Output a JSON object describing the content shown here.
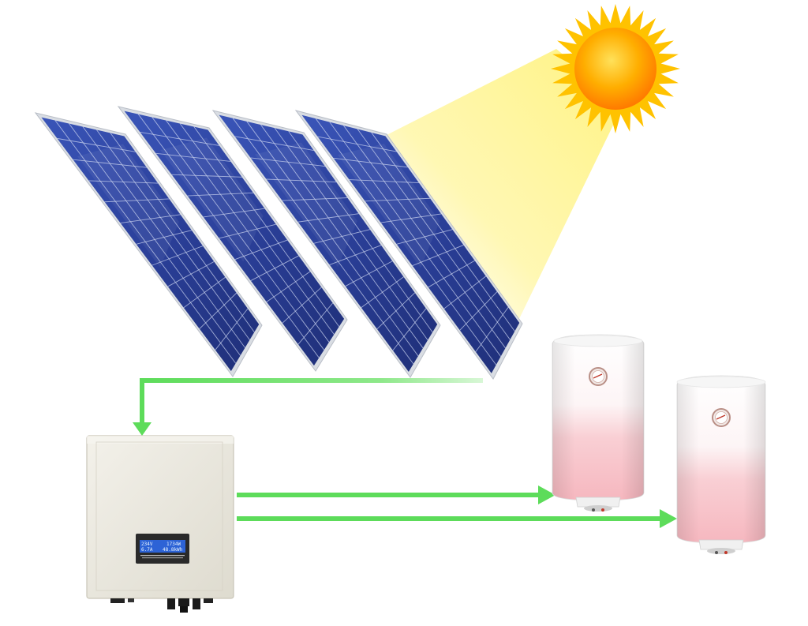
{
  "diagram": {
    "nodes": [
      {
        "id": "sun",
        "kind": "sun-icon"
      },
      {
        "id": "panel-1",
        "kind": "solar-panel-icon"
      },
      {
        "id": "panel-2",
        "kind": "solar-panel-icon"
      },
      {
        "id": "panel-3",
        "kind": "solar-panel-icon"
      },
      {
        "id": "panel-4",
        "kind": "solar-panel-icon"
      },
      {
        "id": "controller",
        "kind": "controller-box-icon"
      },
      {
        "id": "heater-1",
        "kind": "water-heater-icon"
      },
      {
        "id": "heater-2",
        "kind": "water-heater-icon"
      }
    ],
    "edges": [
      {
        "from": "sun",
        "to": "panel-4",
        "kind": "light-beam"
      },
      {
        "from": "panel-4",
        "to": "controller",
        "kind": "arrow"
      },
      {
        "from": "controller",
        "to": "heater-1",
        "kind": "arrow"
      },
      {
        "from": "controller",
        "to": "heater-2",
        "kind": "arrow"
      }
    ]
  },
  "controller": {
    "display_line1_left": "234V",
    "display_line1_right": "1734W",
    "display_line2_left": "6.7A",
    "display_line2_right": "48.8kWh"
  },
  "colors": {
    "arrow": "#5ddc5a",
    "panel_cell": "#2a3f96",
    "panel_frame": "#d9dde3",
    "sun_core": "#ff9a00",
    "sun_rays": "#ffc200",
    "beam": "#fff59a",
    "heater_body": "#ffffff",
    "heater_tint": "#f6b8bf",
    "controller_body": "#ece9df",
    "lcd": "#2d63d6"
  }
}
